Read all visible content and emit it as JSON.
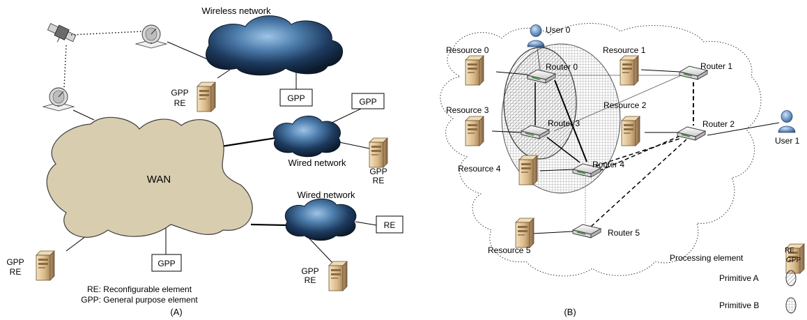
{
  "panel_a": {
    "caption": "(A)",
    "wireless_network_label": "Wireless network",
    "wan_label": "WAN",
    "wired_network_1_label": "Wired network",
    "wired_network_2_label": "Wired network",
    "wireless_gpp_box": "GPP",
    "wireless_node_gpp": "GPP",
    "wireless_node_re": "RE",
    "wired1_gpp_box": "GPP",
    "wired1_node_gpp": "GPP",
    "wired1_node_re": "RE",
    "wired2_re_box": "RE",
    "wired2_node_gpp": "GPP",
    "wired2_node_re": "RE",
    "wan_gpp_box": "GPP",
    "wan_node_gpp": "GPP",
    "wan_node_re": "RE",
    "legend_re": "RE: Reconfigurable element",
    "legend_gpp": "GPP: General purpose element"
  },
  "panel_b": {
    "caption": "(B)",
    "user0": "User 0",
    "user1": "User 1",
    "resource0": "Resource 0",
    "resource1": "Resource 1",
    "resource2": "Resource 2",
    "resource3": "Resource 3",
    "resource4": "Resource 4",
    "resource5": "Resource 5",
    "router0": "Router 0",
    "router1": "Router 1",
    "router2": "Router 2",
    "router3": "Router 3",
    "router4": "Router 4",
    "router5": "Router 5",
    "legend_processing_element": "Processing element",
    "legend_pe_re": "RE",
    "legend_pe_gpp": "GPP",
    "legend_primitive_a": "Primitive A",
    "legend_primitive_b": "Primitive B"
  }
}
